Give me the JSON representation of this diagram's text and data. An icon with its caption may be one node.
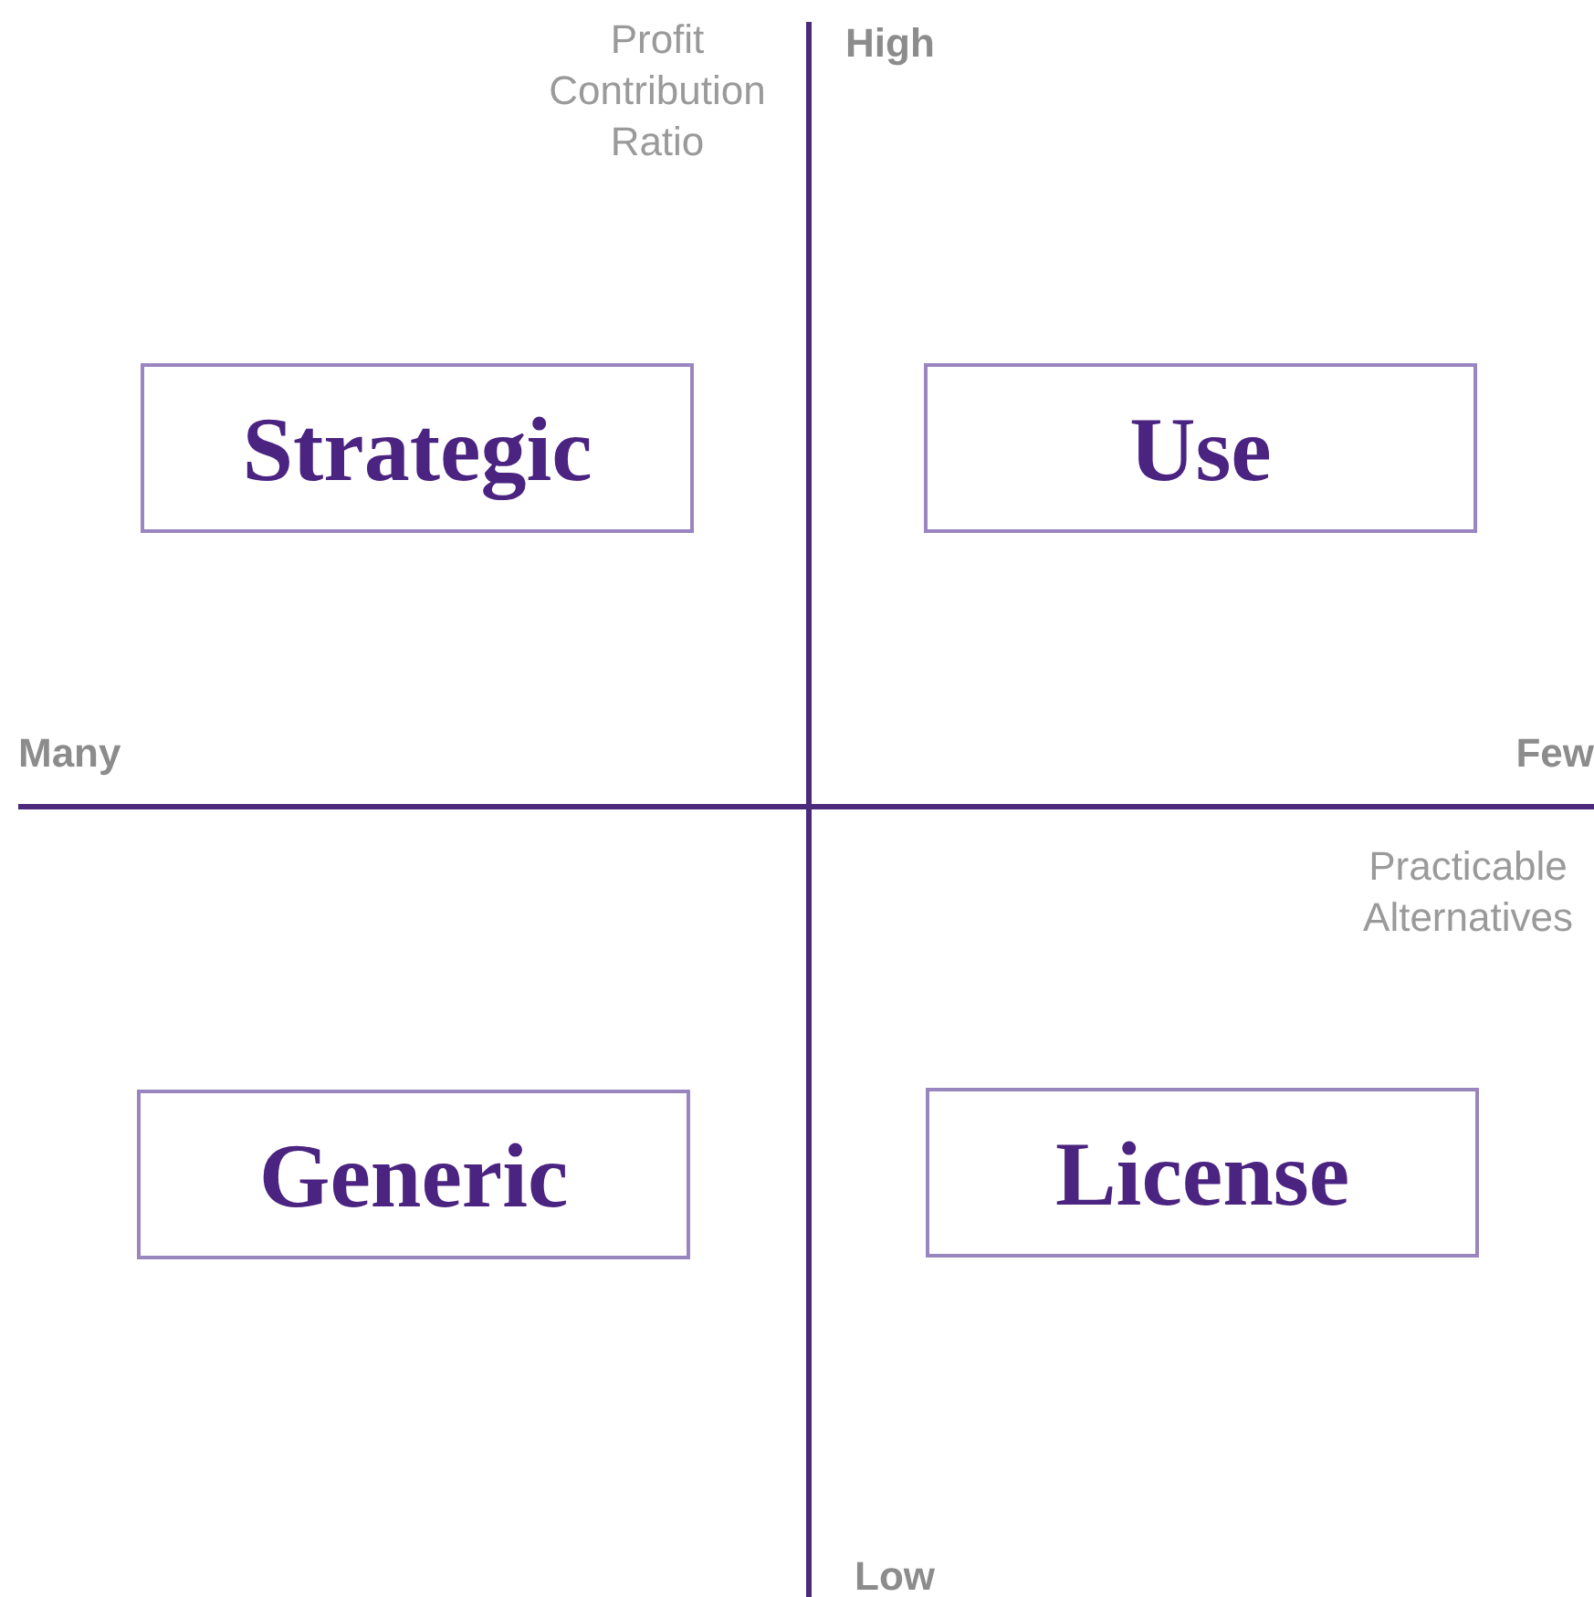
{
  "diagram": {
    "nodes": [
      {
        "text": [
          "Strategic"
        ]
      },
      {
        "text": [
          "Use"
        ]
      },
      {
        "text": [
          "Generic"
        ]
      },
      {
        "text": [
          "License"
        ]
      }
    ],
    "edges": [],
    "labels": [
      "Profit Contribution Ratio",
      "High",
      "Many",
      "Few",
      "Practicable Alternatives",
      "Low"
    ]
  }
}
